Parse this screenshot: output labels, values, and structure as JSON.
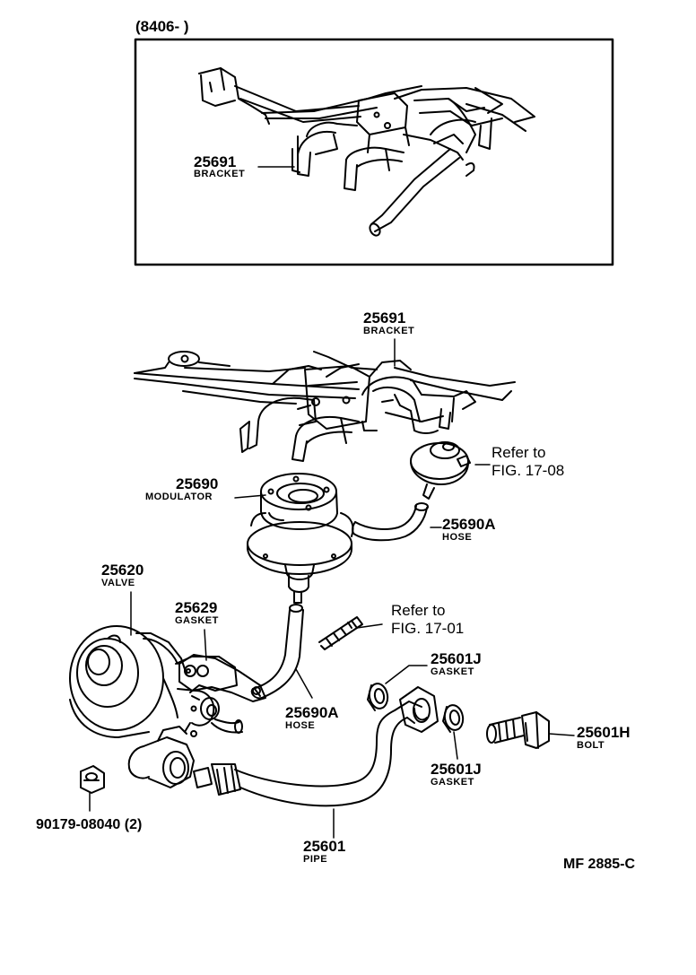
{
  "inset": {
    "date_range": "(8406-          )"
  },
  "parts": {
    "bracket_inset": {
      "number": "25691",
      "name": "BRACKET"
    },
    "bracket": {
      "number": "25691",
      "name": "BRACKET"
    },
    "modulator": {
      "number": "25690",
      "name": "MODULATOR"
    },
    "hose_a": {
      "number": "25690A",
      "name": "HOSE"
    },
    "valve": {
      "number": "25620",
      "name": "VALVE"
    },
    "gasket_valve": {
      "number": "25629",
      "name": "GASKET"
    },
    "gasket_j_upper": {
      "number": "25601J",
      "name": "GASKET"
    },
    "gasket_j_lower": {
      "number": "25601J",
      "name": "GASKET"
    },
    "hose_lower": {
      "number": "25690A",
      "name": "HOSE"
    },
    "bolt": {
      "number": "25601H",
      "name": "BOLT"
    },
    "nut": {
      "number": "90179-08040 (2)"
    },
    "pipe": {
      "number": "25601",
      "name": "PIPE"
    }
  },
  "refs": {
    "ref_1708": {
      "line1": "Refer to",
      "line2": "FIG. 17-08"
    },
    "ref_1701": {
      "line1": "Refer to",
      "line2": "FIG. 17-01"
    }
  },
  "diagram_code": "MF 2885-C"
}
